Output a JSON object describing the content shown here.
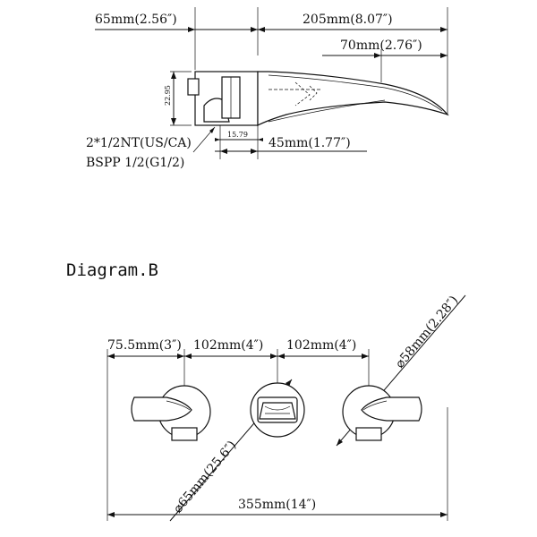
{
  "colors": {
    "ink": "#111111",
    "background": "#ffffff"
  },
  "top_view": {
    "dim_total_depth": "205mm(8.07″)",
    "dim_base": "65mm(2.56″)",
    "dim_spout": "70mm(2.76″)",
    "dim_height": "22.95",
    "dim_inlet": "15.79",
    "dim_offset": "45mm(1.77″)",
    "thread_us": "2*1/2NT(US/CA)",
    "thread_bspp": "BSPP 1/2(G1/2)"
  },
  "diagram_b": {
    "title": "Diagram.B",
    "dim_left": "75.5mm(3″)",
    "dim_center_left": "102mm(4″)",
    "dim_center_right": "102mm(4″)",
    "dim_flange": "⌀58mm(2.28″)",
    "dim_max_cover": "⌀65mm(25.6″)",
    "dim_overall": "355mm(14″)"
  }
}
